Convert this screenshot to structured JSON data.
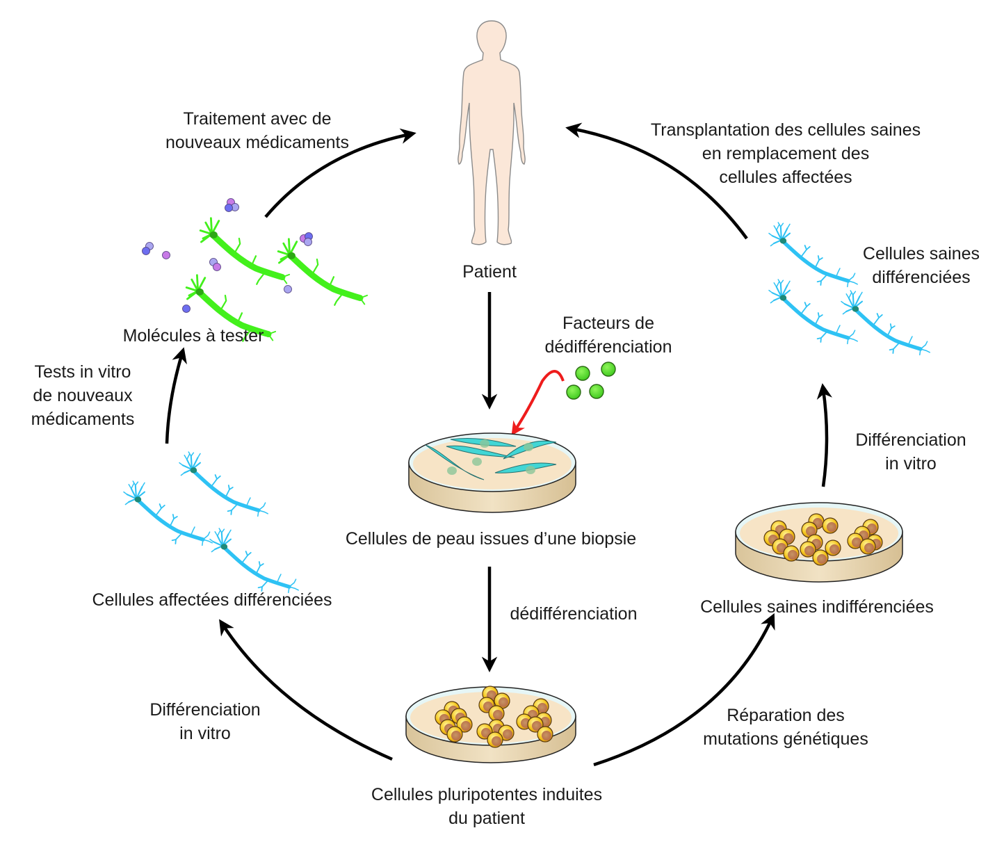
{
  "title": "Cellules pluripotentes induites : cycle du patient",
  "colors": {
    "arrow": "#000000",
    "red_arrow": "#ee1c1c",
    "skin": "#fbe7d8",
    "skin_outline": "#8a8a8a",
    "neuron_blue": "#2ec2f4",
    "neuron_green": "#43f01c",
    "nucleus": "#1d8a7a",
    "dish_medium": "#f7e4c6",
    "dish_side": "#e3cfa6",
    "fibroblast": "#39d6d6",
    "ipsc_outer": "#f5c61a",
    "ipsc_inner": "#c9845a",
    "factor_green": "#5fe82a"
  },
  "nodes": {
    "patient": {
      "label": "Patient",
      "icon": "human-body-icon"
    },
    "skin_cells": {
      "label": "Cellules de peau issues d’une biopsie",
      "icon": "petri-dish-fibroblasts-icon"
    },
    "ipsc": {
      "label_lines": [
        "Cellules pluripotentes induites",
        "du patient"
      ],
      "icon": "petri-dish-stem-cells-icon"
    },
    "healthy_undiff": {
      "label": "Cellules saines indifférenciées",
      "icon": "petri-dish-stem-cells-icon"
    },
    "healthy_diff": {
      "label_lines": [
        "Cellules saines",
        "différenciées"
      ],
      "icon": "blue-neurons-icon"
    },
    "affected_diff": {
      "label": "Cellules affectées différenciées",
      "icon": "blue-neurons-icon"
    },
    "molecules": {
      "label": "Molécules à tester",
      "icon": "green-neurons-molecules-icon"
    },
    "factors": {
      "label_lines": [
        "Facteurs de",
        "dédifférenciation"
      ],
      "icon": "green-factor-spheres-icon"
    }
  },
  "edges": {
    "patient_to_skin": {
      "label": ""
    },
    "skin_to_ipsc": {
      "label": "dédifférenciation"
    },
    "ipsc_to_affected": {
      "label_lines": [
        "Différenciation",
        "in vitro"
      ]
    },
    "ipsc_to_healthy": {
      "label_lines": [
        "Réparation des",
        "mutations génétiques"
      ]
    },
    "healthy_undiff_to_diff": {
      "label_lines": [
        "Différenciation",
        "in vitro"
      ]
    },
    "healthy_diff_to_patient": {
      "label_lines": [
        "Transplantation des cellules saines",
        "en remplacement des",
        "cellules affectées"
      ]
    },
    "affected_to_molecules": {
      "label_lines": [
        "Tests in vitro",
        "de nouveaux",
        "médicaments"
      ]
    },
    "molecules_to_patient": {
      "label_lines": [
        "Traitement avec de",
        "nouveaux médicaments"
      ]
    },
    "factors_to_skin": {
      "label": ""
    }
  }
}
